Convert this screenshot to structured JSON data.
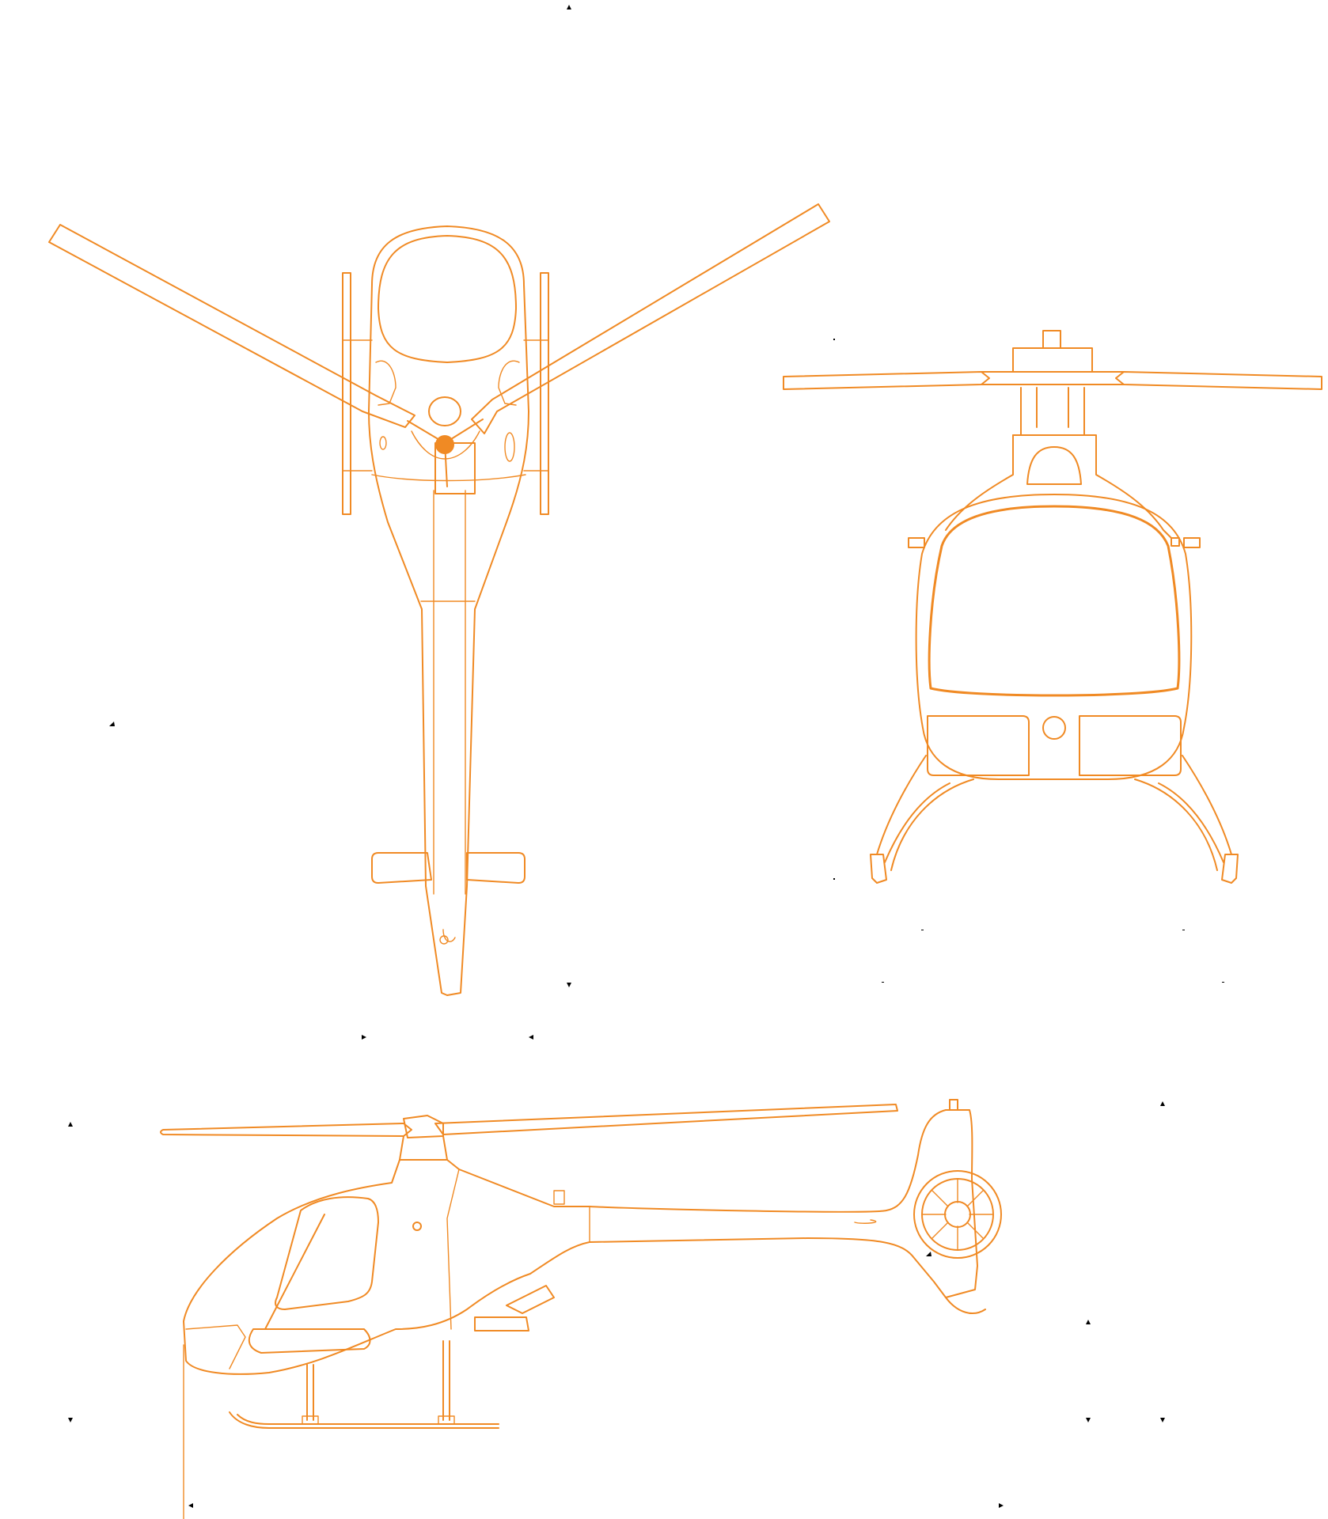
{
  "drawing": {
    "views": [
      "top-view",
      "front-view",
      "side-view"
    ],
    "colors": {
      "outline": "#f08a24",
      "markers": "#000000",
      "background": "#ffffff"
    }
  }
}
